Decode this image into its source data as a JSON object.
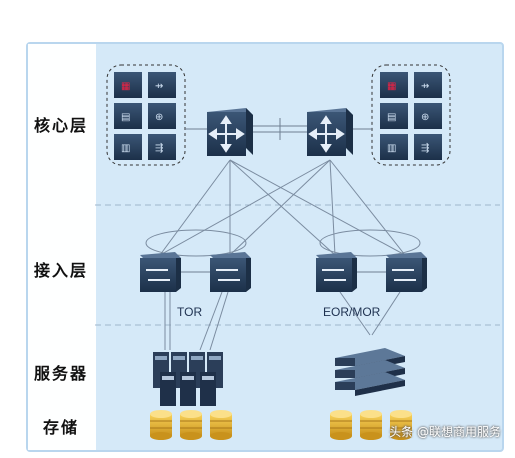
{
  "layers": {
    "core": "核心层",
    "access": "接入层",
    "server": "服务器",
    "storage": "存储"
  },
  "tags": {
    "tor": "TOR",
    "eor": "EOR/MOR"
  },
  "watermark": "头条 @联想商用服务",
  "colors": {
    "panel": "#d5e9f8",
    "device": "#2c4668",
    "link": "#6f7f92"
  },
  "icons": [
    "switch-icon",
    "router-icon",
    "server-rack-icon",
    "blade-server-icon",
    "storage-disk-icon",
    "line-card-icon"
  ]
}
